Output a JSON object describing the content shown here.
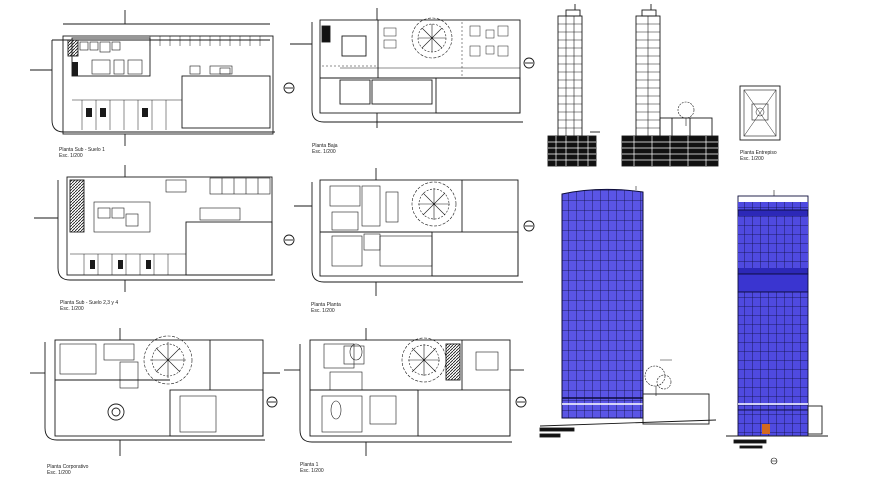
{
  "colors": {
    "line": "#1a1a1a",
    "facade": "#5a55e6",
    "facade_dark": "#2c28b8",
    "grid": "#0d0d3a",
    "accent": "#d2691e"
  },
  "plans": [
    {
      "name": "Planta Sub - Suelo 1",
      "scale": "Esc. 1/200"
    },
    {
      "name": "Planta Baja",
      "scale": "Esc. 1/200"
    },
    {
      "name": "Planta Sub - Suelo 2,3 y 4",
      "scale": "Esc. 1/200"
    },
    {
      "name": "Planta Planta",
      "scale": "Esc. 1/200"
    },
    {
      "name": "Planta Corporativo",
      "scale": "Esc. 1/200"
    },
    {
      "name": "Planta 1",
      "scale": "Esc. 1/200"
    },
    {
      "name": "Planta Entrepiso",
      "scale": "Esc. 1/200"
    }
  ]
}
